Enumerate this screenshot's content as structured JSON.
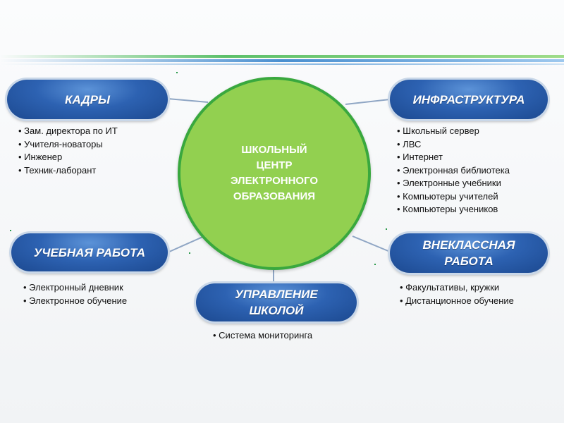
{
  "center": {
    "lines": [
      "ШКОЛЬНЫЙ",
      "ЦЕНТР",
      "ЭЛЕКТРОННОГО",
      "ОБРАЗОВАНИЯ"
    ]
  },
  "nodes": {
    "kadry": {
      "label": "КАДРЫ",
      "items": [
        "Зам. директора по ИТ",
        "Учителя-новаторы",
        "Инженер",
        "Техник-лаборант"
      ]
    },
    "infrastructure": {
      "label": "ИНФРАСТРУКТУРА",
      "items": [
        "Школьный сервер",
        "ЛВС",
        "Интернет",
        "Электронная библиотека",
        "Электронные учебники",
        "Компьютеры учителей",
        "Компьютеры учеников"
      ]
    },
    "study": {
      "label": "УЧЕБНАЯ РАБОТА",
      "items": [
        "Электронный дневник",
        "Электронное обучение"
      ]
    },
    "extracurricular": {
      "label_lines": [
        "ВНЕКЛАССНАЯ",
        "РАБОТА"
      ],
      "items": [
        "Факультативы, кружки",
        "Дистанционное обучение"
      ]
    },
    "management": {
      "label_lines": [
        "УПРАВЛЕНИЕ",
        "ШКОЛОЙ"
      ],
      "items": [
        "Система мониторинга"
      ]
    }
  },
  "colors": {
    "pill": "#2d62b2",
    "circle_fill": "#92d050",
    "circle_border": "#39a83e",
    "connector": "#8fa6c4"
  }
}
